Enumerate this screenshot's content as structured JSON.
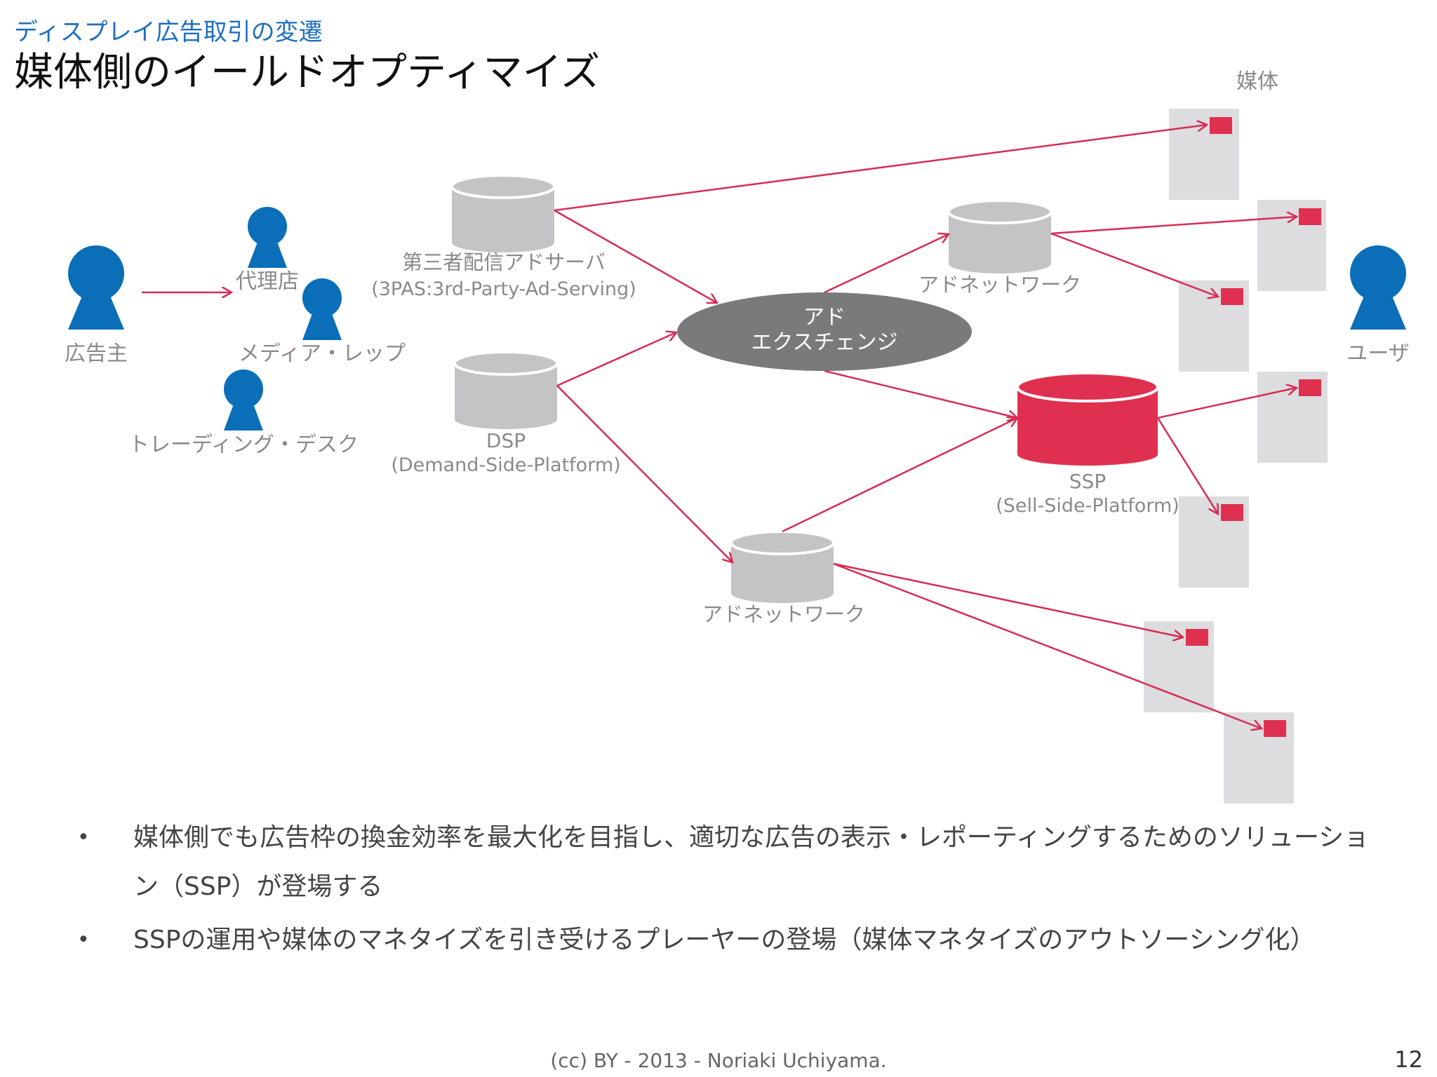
{
  "title": {
    "subtitle": "ディスプレイ広告取引の変遷",
    "main": "媒体側のイールドオプティマイズ"
  },
  "diagram": {
    "actors": {
      "advertiser": "広告主",
      "agency": "代理店",
      "media_rep": "メディア・レップ",
      "trading_desk": "トレーディング・デスク",
      "user": "ユーザ"
    },
    "nodes": {
      "third_party_ad_server": {
        "name": "第三者配信アドサーバ",
        "detail": "(3PAS:3rd-Party-Ad-Serving)"
      },
      "dsp": {
        "name": "DSP",
        "detail": "(Demand-Side-Platform)"
      },
      "ad_exchange": {
        "line1": "アド",
        "line2": "エクスチェンジ"
      },
      "ad_network_top": "アドネットワーク",
      "ad_network_bottom": "アドネットワーク",
      "ssp": {
        "name": "SSP",
        "detail": "(Sell-Side-Platform)"
      }
    },
    "media_label": "媒体",
    "colors": {
      "actor_blue": "#0a6eb9",
      "arrow_red": "#d62d55",
      "ssp_red": "#e0304f",
      "cylinder_gray": "#c4c3c5",
      "exchange_gray": "#7a797b",
      "page_gray": "#dddcde"
    }
  },
  "bullets": [
    "媒体側でも広告枠の換金効率を最大化を目指し、適切な広告の表示・レポーティングするためのソリューション（SSP）が登場する",
    "SSPの運用や媒体のマネタイズを引き受けるプレーヤーの登場（媒体マネタイズのアウトソーシング化）"
  ],
  "bullet_symbol": "•",
  "footer": "(cc) BY - 2013 - Noriaki Uchiyama.",
  "page_number": "12"
}
